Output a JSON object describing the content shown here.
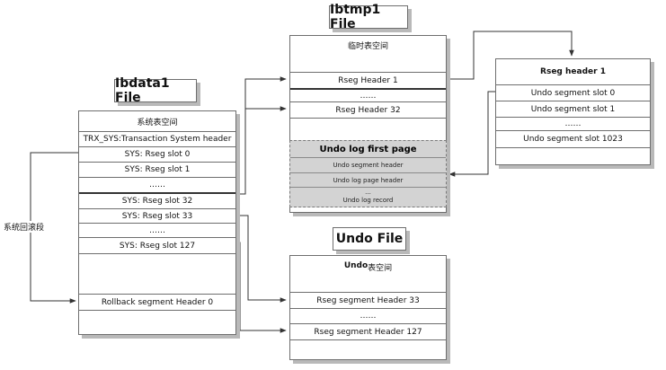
{
  "ibdata1": {
    "title": "Ibdata1 File",
    "header": "系统表空间",
    "rows": [
      "TRX_SYS:Transaction System header",
      "SYS: Rseg slot 0",
      "SYS: Rseg slot 1",
      "……",
      "SYS: Rseg slot 32",
      "SYS: Rseg slot 33",
      "……",
      "SYS: Rseg slot 127",
      "Rollback segment Header 0"
    ],
    "side_label": "系统回滚段"
  },
  "ibtmp1": {
    "title": "Ibtmp1 File",
    "header": "临时表空间",
    "rows": [
      "Rseg Header  1",
      "……",
      "Rseg Header  32"
    ],
    "undo_log": {
      "title": "Undo log first page",
      "rows": [
        "Undo segment header",
        "Undo log  page header",
        "...",
        "Undo log record"
      ]
    }
  },
  "rseg_header1": {
    "title": "Rseg header 1",
    "rows": [
      "Undo segment  slot 0",
      "Undo segment  slot 1",
      "……",
      "Undo segment  slot 1023"
    ]
  },
  "undo_file": {
    "title": "Undo File",
    "header_prefix": "Undo",
    "header_suffix": "表空间",
    "rows": [
      "Rseg segment Header  33",
      "……",
      "Rseg segment Header  127"
    ]
  }
}
